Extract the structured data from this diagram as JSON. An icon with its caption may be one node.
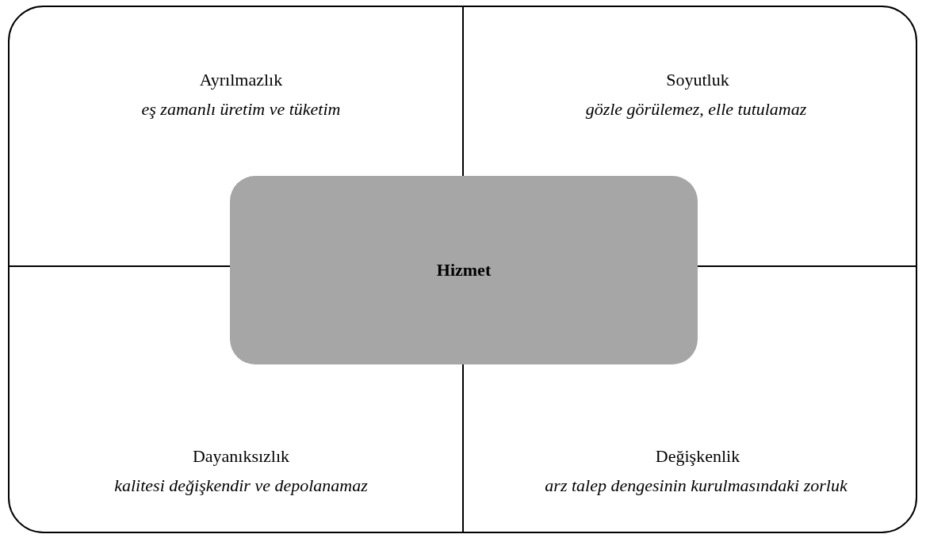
{
  "diagram": {
    "nodes": [
      {
        "text": [],
        "shape": "box"
      },
      {
        "text": [
          "Hizmet"
        ],
        "in": 0
      }
    ],
    "edges": [
      {
        "from": 1,
        "to": 0,
        "arrow": "none"
      },
      {
        "from": 1,
        "to": 0,
        "arrow": "none"
      },
      {
        "from": 1,
        "to": 0,
        "arrow": "none"
      },
      {
        "from": 1,
        "to": 0,
        "arrow": "none"
      }
    ],
    "labels": [
      "Ayrılmazlık",
      "eş zamanlı üretim ve tüketim",
      "Soyutluk",
      "gözle görülemez, elle tutulamaz",
      "Dayanıksızlık",
      "kalitesi değişkendir ve depolanamaz",
      "Değişkenlik",
      "arz talep dengesinin kurulmasındaki zorluk"
    ]
  }
}
